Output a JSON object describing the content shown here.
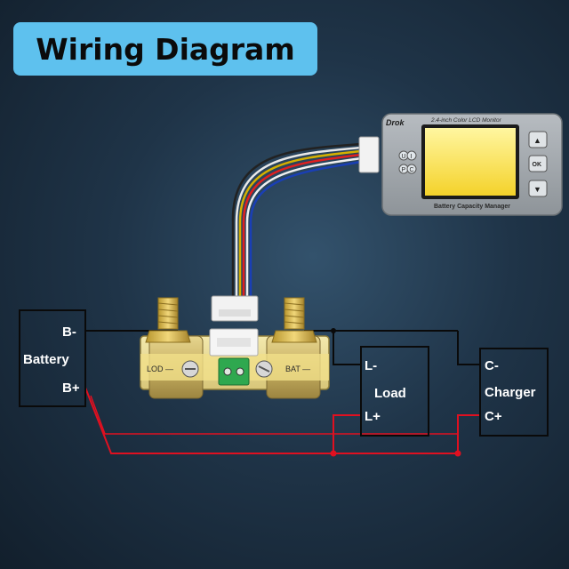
{
  "title": "Wiring Diagram",
  "monitor": {
    "brand": "Drok",
    "model_text": "2.4-inch Color LCD Monitor",
    "subtitle": "Battery Capacity Manager",
    "buttons": {
      "up": "▲",
      "ok": "OK",
      "down": "▼"
    },
    "side_buttons": [
      "U",
      "I",
      "P",
      "C"
    ]
  },
  "shunt": {
    "load_label": "LOD —",
    "bat_label": "BAT —"
  },
  "battery": {
    "name": "Battery",
    "neg": "B-",
    "pos": "B+"
  },
  "load": {
    "name": "Load",
    "neg": "L-",
    "pos": "L+"
  },
  "charger": {
    "name": "Charger",
    "neg": "C-",
    "pos": "C+"
  },
  "colors": {
    "banner": "#5ec1ee",
    "wire_neg": "#0a0a0a",
    "wire_pos": "#e01020",
    "node": "#e01020"
  }
}
